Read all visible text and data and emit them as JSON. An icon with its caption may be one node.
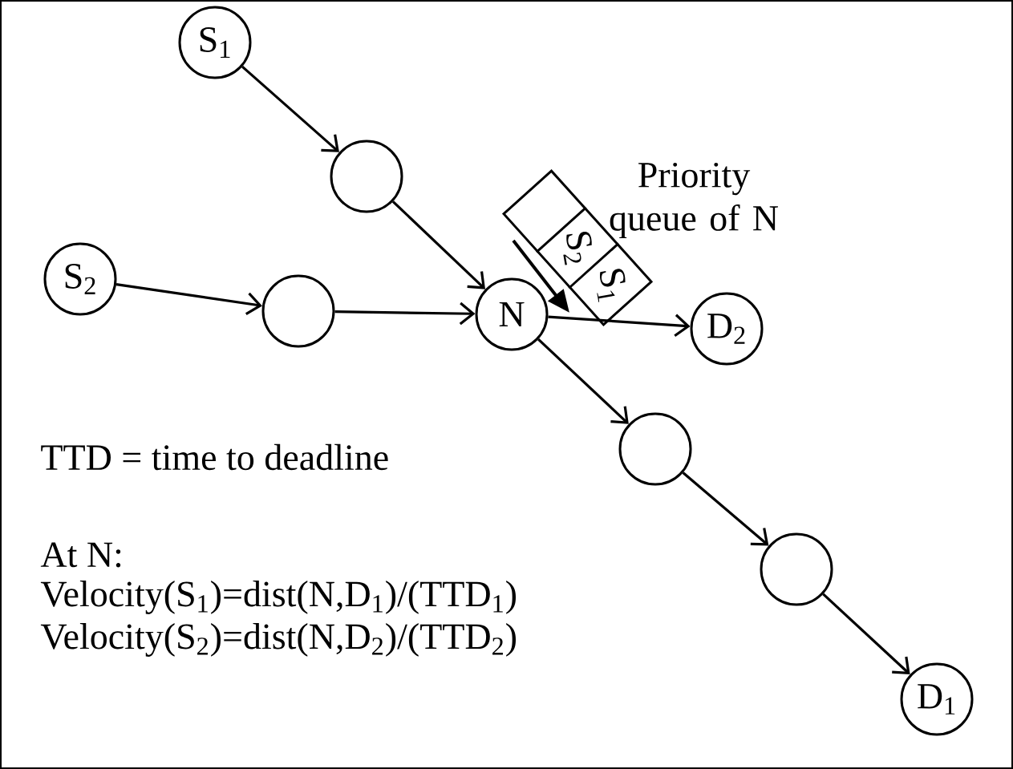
{
  "diagram": {
    "nodes": [
      {
        "text": [
          "S$_{1}$"
        ]
      },
      {
        "text": [],
        "shape": "circle"
      },
      {
        "text": [
          "S$_{2}$"
        ]
      },
      {
        "text": [],
        "shape": "circle"
      },
      {
        "text": [
          "N"
        ]
      },
      {
        "text": [
          "D$_{2}$"
        ]
      },
      {
        "text": [],
        "shape": "circle"
      },
      {
        "text": [],
        "shape": "circle"
      },
      {
        "text": [
          "D$_{1}$"
        ]
      },
      {
        "text": [
          "Priority queue of N",
          "S$_{2}$",
          "S$_{1}$"
        ]
      }
    ],
    "edges": [
      {
        "from": 0,
        "to": 1,
        "arrow": "to"
      },
      {
        "from": 1,
        "to": 4,
        "arrow": "to"
      },
      {
        "from": 2,
        "to": 3,
        "arrow": "to"
      },
      {
        "from": 3,
        "to": 4,
        "arrow": "to"
      },
      {
        "from": 4,
        "to": 5,
        "arrow": "to"
      },
      {
        "from": 4,
        "to": 6,
        "arrow": "to"
      },
      {
        "from": 6,
        "to": 7,
        "arrow": "to"
      },
      {
        "from": 7,
        "to": 8,
        "arrow": "to"
      }
    ],
    "labels": [
      "TTD = time to deadline",
      "At N:",
      "Velocity(S$_{1}$)=dist(N,D$_{1}$)/(TTD$_{1}$)",
      "Velocity(S$_{2}$)=dist(N,D$_{2}$)/(TTD$_{2}$)"
    ]
  }
}
